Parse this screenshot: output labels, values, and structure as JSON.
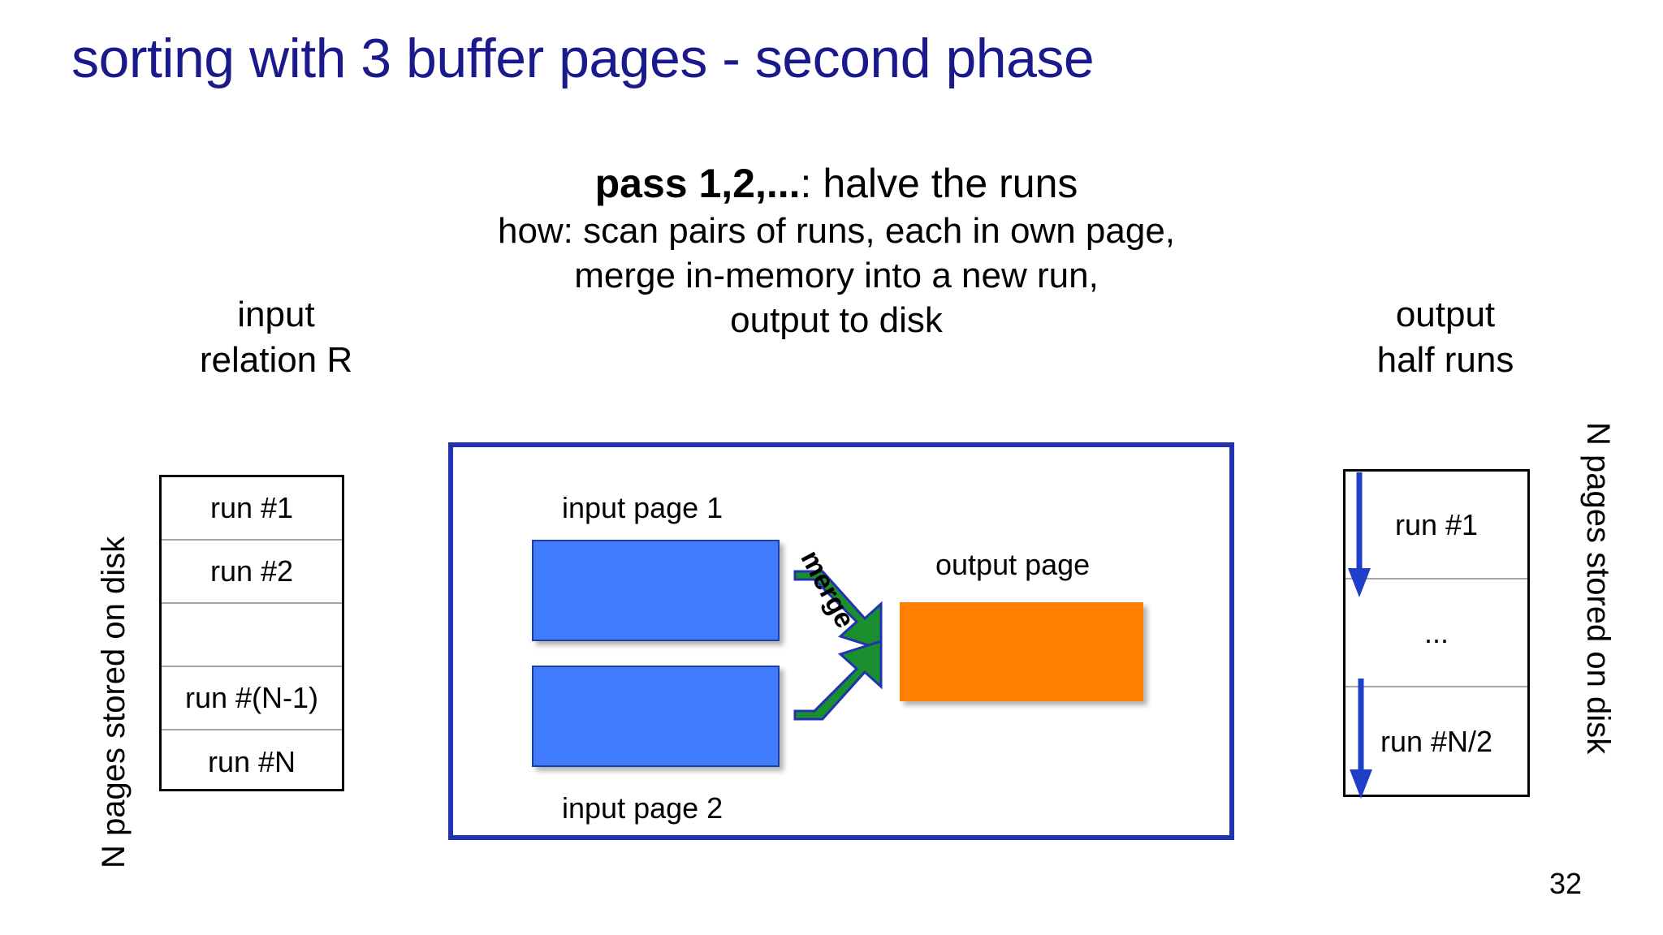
{
  "slide": {
    "title": "sorting with 3 buffer pages - second phase",
    "title_color": "#1a1a8c",
    "page_number": "32",
    "background": "#ffffff"
  },
  "caption": {
    "headline_bold": "pass 1,2,...",
    "headline_rest": ": halve the runs",
    "lines": [
      "how: scan pairs of runs, each in own page,",
      "merge in-memory into a new run,",
      "output to disk"
    ]
  },
  "left_column": {
    "header_line_1": "input",
    "header_line_2": "relation R",
    "vertical_label": "N pages stored on disk",
    "rows": [
      {
        "label": "run #1"
      },
      {
        "label": "run #2"
      },
      {
        "label": ""
      },
      {
        "label": "run #(N-1)"
      },
      {
        "label": "run #N"
      }
    ]
  },
  "right_column": {
    "header_line_1": "output",
    "header_line_2": "half runs",
    "vertical_label": "N pages stored on disk",
    "arrow_color": "#1f3fc8",
    "rows": [
      {
        "label": "run #1"
      },
      {
        "label": "..."
      },
      {
        "label": "run #N/2"
      }
    ]
  },
  "buffer_box": {
    "border_color": "#2333b0",
    "input_page_1_label": "input page 1",
    "input_page_2_label": "input page 2",
    "output_page_label": "output page",
    "merge_label": "merge",
    "input_page_color": "#3F7BFA",
    "output_page_color": "#FF8000",
    "merge_arrow_color": "#1a8f2e"
  }
}
